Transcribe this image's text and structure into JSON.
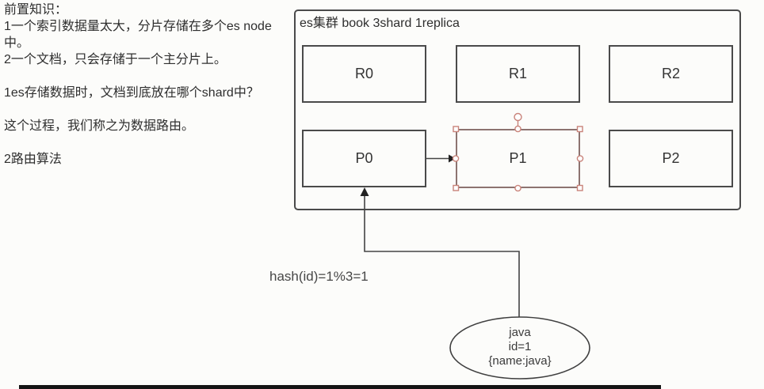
{
  "notes": {
    "text": "前置知识：\n1一个索引数据量太大，分片存储在多个es node\n中。\n2一个文档，只会存储于一个主分片上。\n\n1es存储数据时，文档到底放在哪个shard中？\n\n这个过程，我们称之为数据路由。\n\n2路由算法"
  },
  "cluster": {
    "title": "es集群 book 3shard 1replica",
    "replica_shards": [
      "R0",
      "R1",
      "R2"
    ],
    "primary_shards": [
      "P0",
      "P1",
      "P2"
    ],
    "selected_shard": "P1"
  },
  "routing": {
    "hash_label": "hash(id)=1%3=1"
  },
  "document": {
    "line1": "java",
    "line2": "id=1",
    "line3": "{name:java}"
  },
  "colors": {
    "line": "#444444",
    "selection_handle": "#c9837a",
    "text": "#2e2e2e"
  }
}
